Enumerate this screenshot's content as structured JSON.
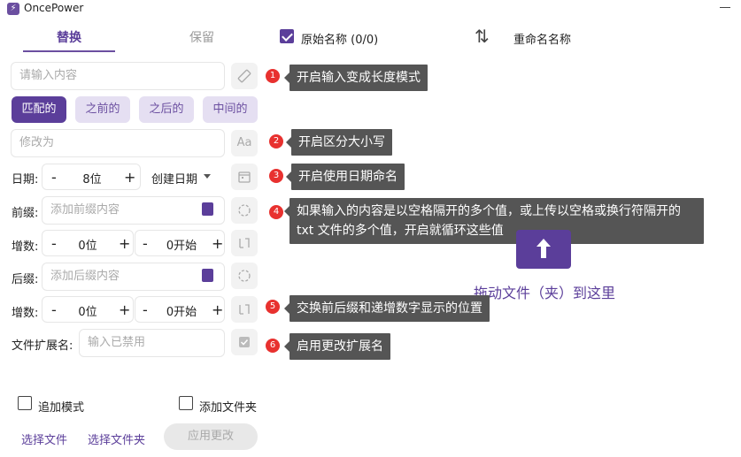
{
  "app": {
    "title": "OncePower",
    "logo_glyph": "⚡"
  },
  "tabs": [
    {
      "label": "替换"
    },
    {
      "label": "保留"
    }
  ],
  "header": {
    "original_name_label": "原始名称 (0/0)",
    "original_name_checked": true,
    "rename_label": "重命名名称",
    "sort_glyph": "⇅"
  },
  "replace": {
    "placeholder": "请输入内容"
  },
  "match_modes": [
    {
      "label": "匹配的"
    },
    {
      "label": "之前的"
    },
    {
      "label": "之后的"
    },
    {
      "label": "中间的"
    }
  ],
  "modify": {
    "placeholder": "修改为",
    "case_glyph": "Aa"
  },
  "date": {
    "label": "日期:",
    "minus": "-",
    "plus": "+",
    "value": "8位",
    "type": "创建日期"
  },
  "prefix": {
    "label": "前缀:",
    "placeholder": "添加前缀内容"
  },
  "increment1": {
    "label": "增数:",
    "digits": "0位",
    "start": "0开始",
    "minus": "-",
    "plus": "+"
  },
  "suffix": {
    "label": "后缀:",
    "placeholder": "添加后缀内容"
  },
  "increment2": {
    "label": "增数:",
    "digits": "0位",
    "start": "0开始",
    "minus": "-",
    "plus": "+"
  },
  "extension": {
    "label": "文件扩展名:",
    "placeholder": "输入已禁用"
  },
  "tooltips": [
    {
      "num": "1",
      "text": "开启输入变成长度模式"
    },
    {
      "num": "2",
      "text": "开启区分大小写"
    },
    {
      "num": "3",
      "text": "开启使用日期命名"
    },
    {
      "num": "4",
      "text": "如果输入的内容是以空格隔开的多个值，或上传以空格或换行符隔开的 txt 文件的多个值，开启就循环这些值"
    },
    {
      "num": "5",
      "text": "交换前后缀和递增数字显示的位置"
    },
    {
      "num": "6",
      "text": "启用更改扩展名"
    }
  ],
  "dropzone": {
    "text": "拖动文件（夹）到这里"
  },
  "options": {
    "append_mode": "追加模式",
    "add_folder": "添加文件夹"
  },
  "actions": {
    "select_files": "选择文件",
    "select_folder": "选择文件夹",
    "apply": "应用更改"
  },
  "colors": {
    "accent": "#5b3e9a",
    "chip_bg": "#e5dff2",
    "tooltip_bg": "#555555",
    "badge": "#e8312f"
  }
}
